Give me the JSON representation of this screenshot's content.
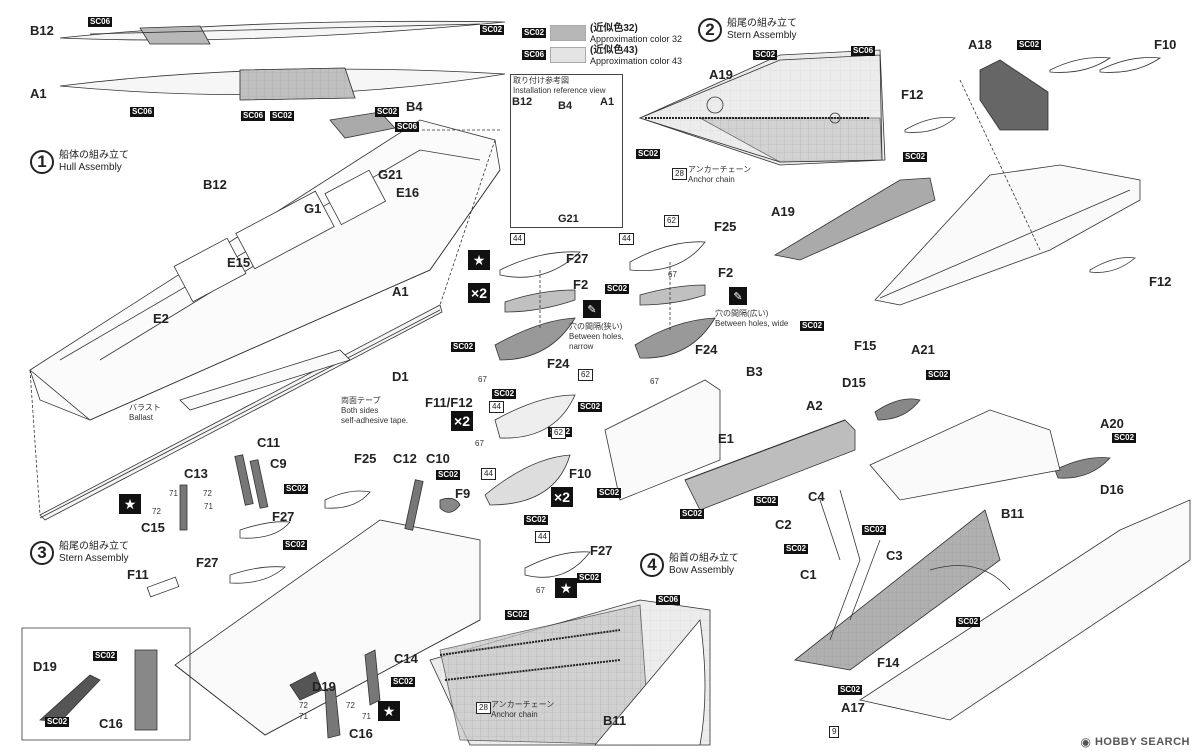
{
  "legend": {
    "sc02": {
      "code": "SC02",
      "jp": "(近似色32)",
      "en": "Approximation color 32",
      "color": "#b7b7b7"
    },
    "sc06": {
      "code": "SC06",
      "jp": "(近似色43)",
      "en": "Approximation color 43",
      "color": "#e4e4e4"
    }
  },
  "steps": [
    {
      "n": "1",
      "jp": "船体の組み立て",
      "en": "Hull Assembly"
    },
    {
      "n": "2",
      "jp": "船尾の組み立て",
      "en": "Stern Assembly"
    },
    {
      "n": "3",
      "jp": "船尾の組み立て",
      "en": "Stern Assembly"
    },
    {
      "n": "4",
      "jp": "船首の組み立て",
      "en": "Bow Assembly"
    }
  ],
  "ref_box": {
    "jp": "取り付け参考図",
    "en": "Installation reference view",
    "b12": "B12",
    "b4": "B4",
    "a1": "A1",
    "g21": "G21"
  },
  "anchor": {
    "n": "28",
    "jp": "アンカーチェーン",
    "en": "Anchor chain"
  },
  "ballast": {
    "jp": "バラスト",
    "en": "Ballast"
  },
  "tape": {
    "jp": "両面テープ",
    "en1": "Both sides",
    "en2": "self-adhesive tape."
  },
  "holes_narrow": {
    "jp": "穴の間隔(狭い)",
    "en1": "Between holes,",
    "en2": "narrow"
  },
  "holes_wide": {
    "jp": "穴の間隔(広い)",
    "en1": "Between holes, wide"
  },
  "marks": {
    "star": "★",
    "x2": "×2"
  },
  "sc02": "SC02",
  "sc06": "SC06",
  "parts": {
    "B12": "B12",
    "A1": "A1",
    "B4": "B4",
    "G21": "G21",
    "E16": "E16",
    "G1": "G1",
    "E15": "E15",
    "E2": "E2",
    "D1": "D1",
    "A19": "A19",
    "A18": "A18",
    "F10": "F10",
    "F12": "F12",
    "F15": "F15",
    "F25": "F25",
    "F27": "F27",
    "F2": "F2",
    "F24": "F24",
    "F11F12": "F11/F12",
    "B3": "B3",
    "A2": "A2",
    "E1": "E1",
    "A21": "A21",
    "D15": "D15",
    "A20": "A20",
    "D16": "D16",
    "C11": "C11",
    "C9": "C9",
    "C13": "C13",
    "C15": "C15",
    "C12": "C12",
    "C10": "C10",
    "F9": "F9",
    "F11": "F11",
    "C4": "C4",
    "C2": "C2",
    "C3": "C3",
    "C1": "C1",
    "B11": "B11",
    "F14": "F14",
    "A17": "A17",
    "D19": "D19",
    "C16": "C16",
    "C14": "C14"
  },
  "colors": {
    "44": "44",
    "62": "62",
    "67": "67",
    "71": "71",
    "72": "72",
    "9": "9"
  },
  "watermark": {
    "brand": "HOBBY SEARCH"
  }
}
